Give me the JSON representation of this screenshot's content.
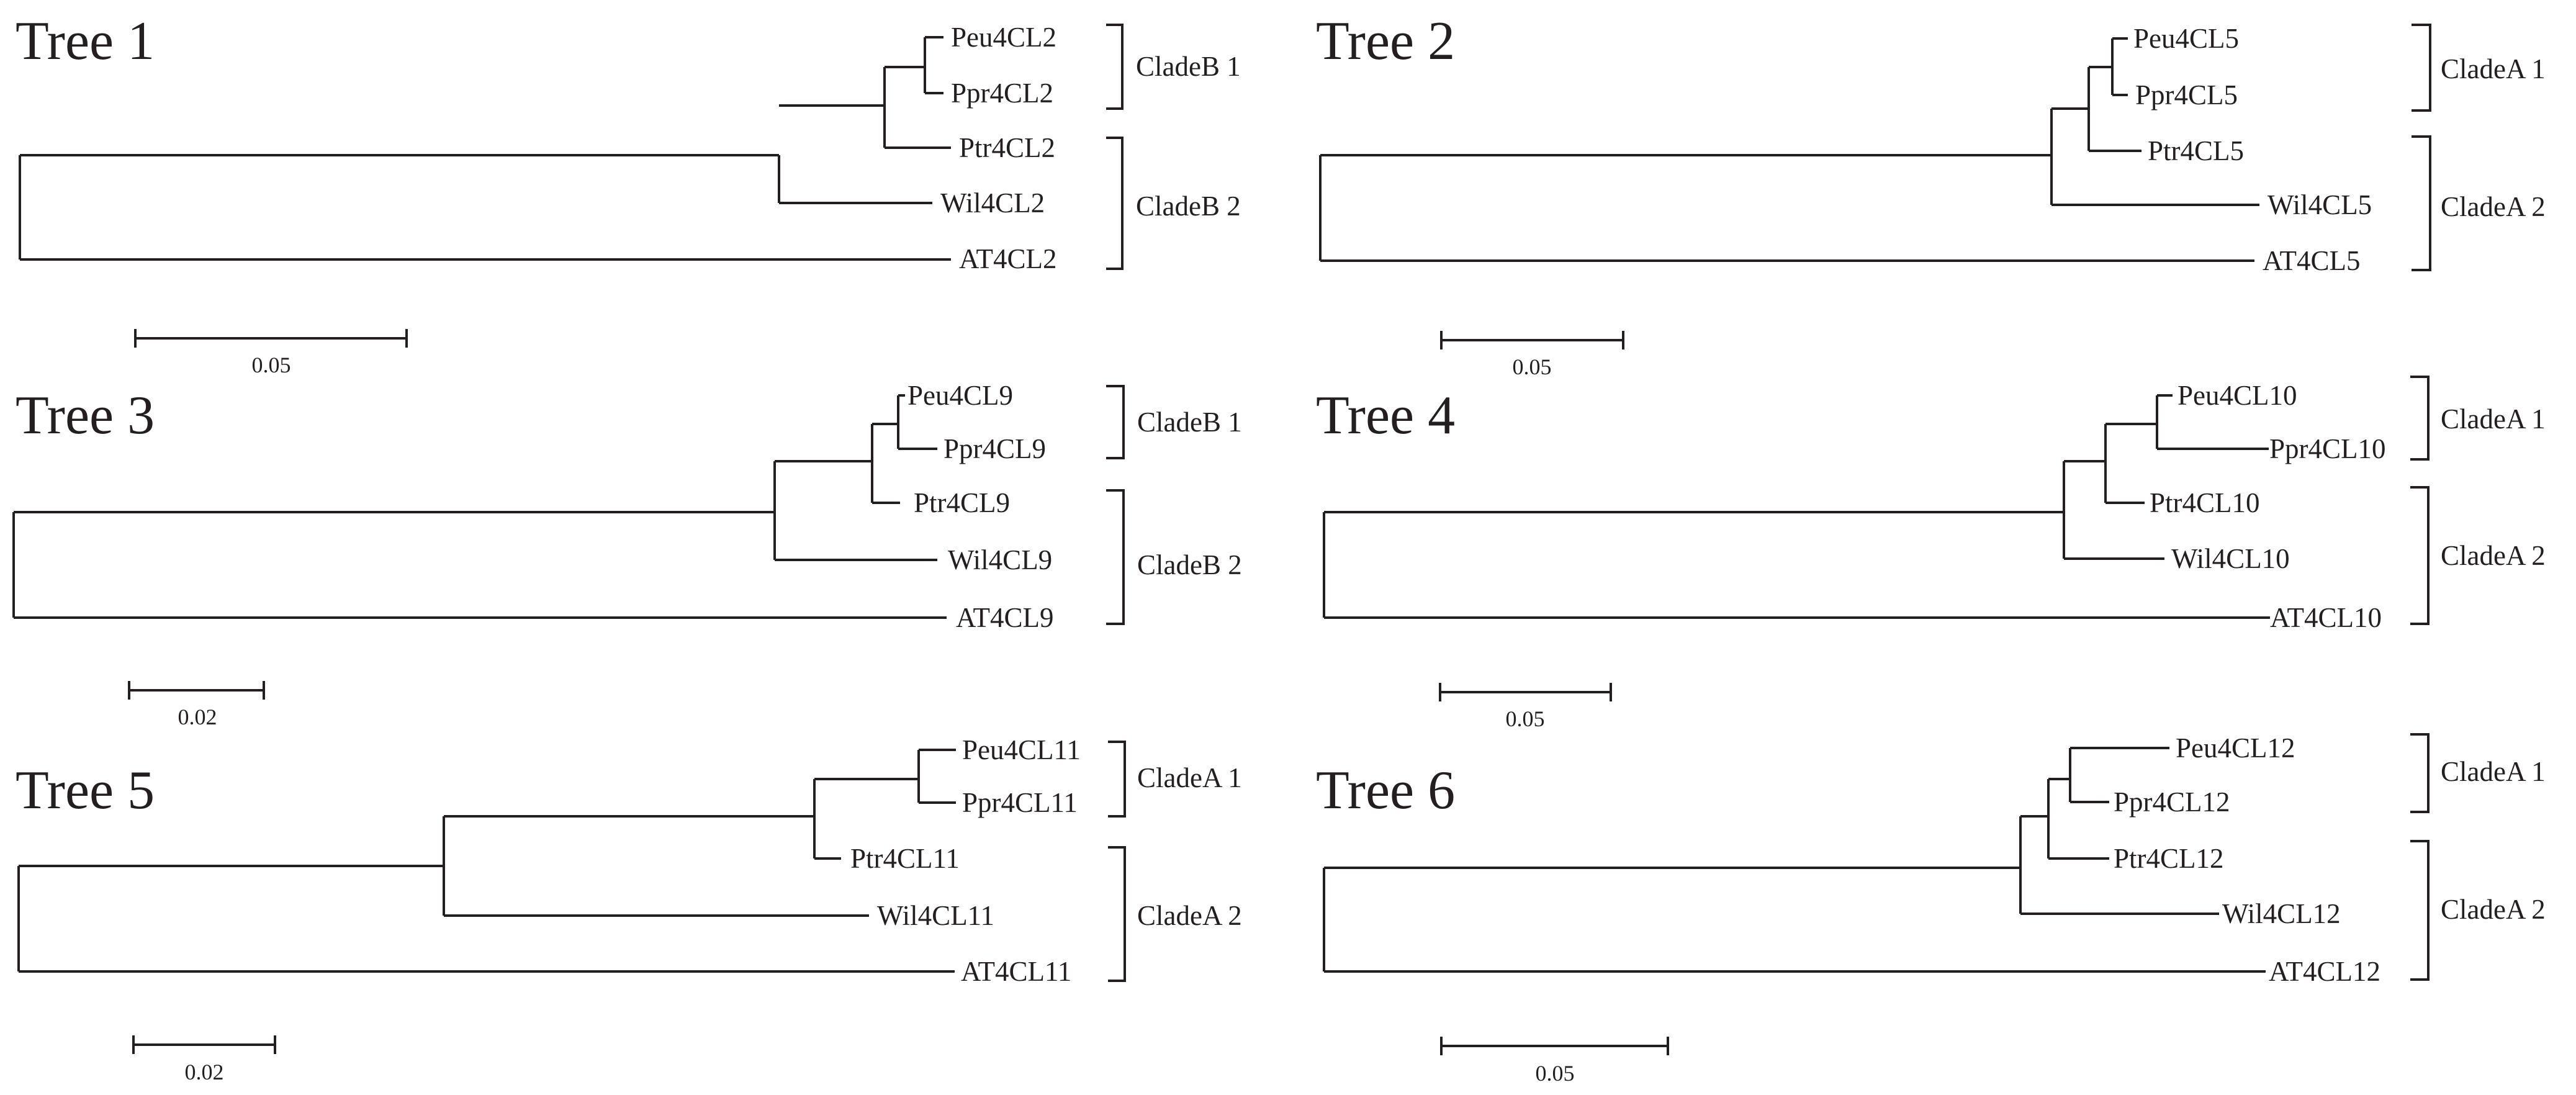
{
  "trees": [
    {
      "title": "Tree 1",
      "taxa": [
        "Peu4CL2",
        "Ppr4CL2",
        "Ptr4CL2",
        "Wil4CL2",
        "AT4CL2"
      ],
      "clades": [
        {
          "label": "CladeB 1",
          "members": [
            "Peu4CL2",
            "Ppr4CL2"
          ]
        },
        {
          "label": "CladeB 2",
          "members": [
            "Ptr4CL2",
            "Wil4CL2",
            "AT4CL2"
          ]
        }
      ],
      "scale_bar": {
        "label": "0.05"
      }
    },
    {
      "title": "Tree 2",
      "taxa": [
        "Peu4CL5",
        "Ppr4CL5",
        "Ptr4CL5",
        "Wil4CL5",
        "AT4CL5"
      ],
      "clades": [
        {
          "label": "CladeA 1",
          "members": [
            "Peu4CL5",
            "Ppr4CL5"
          ]
        },
        {
          "label": "CladeA 2",
          "members": [
            "Ptr4CL5",
            "Wil4CL5",
            "AT4CL5"
          ]
        }
      ],
      "scale_bar": {
        "label": "0.05"
      }
    },
    {
      "title": "Tree 3",
      "taxa": [
        "Peu4CL9",
        "Ppr4CL9",
        "Ptr4CL9",
        "Wil4CL9",
        "AT4CL9"
      ],
      "clades": [
        {
          "label": "CladeB 1",
          "members": [
            "Peu4CL9",
            "Ppr4CL9"
          ]
        },
        {
          "label": "CladeB 2",
          "members": [
            "Ptr4CL9",
            "Wil4CL9",
            "AT4CL9"
          ]
        }
      ],
      "scale_bar": {
        "label": "0.02"
      }
    },
    {
      "title": "Tree 4",
      "taxa": [
        "Peu4CL10",
        "Ppr4CL10",
        "Ptr4CL10",
        "Wil4CL10",
        "AT4CL10"
      ],
      "clades": [
        {
          "label": "CladeA 1",
          "members": [
            "Peu4CL10",
            "Ppr4CL10"
          ]
        },
        {
          "label": "CladeA 2",
          "members": [
            "Ptr4CL10",
            "Wil4CL10",
            "AT4CL10"
          ]
        }
      ],
      "scale_bar": {
        "label": "0.05"
      }
    },
    {
      "title": "Tree 5",
      "taxa": [
        "Peu4CL11",
        "Ppr4CL11",
        "Ptr4CL11",
        "Wil4CL11",
        "AT4CL11"
      ],
      "clades": [
        {
          "label": "CladeA 1",
          "members": [
            "Peu4CL11",
            "Ppr4CL11"
          ]
        },
        {
          "label": "CladeA 2",
          "members": [
            "Ptr4CL11",
            "Wil4CL11",
            "AT4CL11"
          ]
        }
      ],
      "scale_bar": {
        "label": "0.02"
      }
    },
    {
      "title": "Tree 6",
      "taxa": [
        "Peu4CL12",
        "Ppr4CL12",
        "Ptr4CL12",
        "Wil4CL12",
        "AT4CL12"
      ],
      "clades": [
        {
          "label": "CladeA 1",
          "members": [
            "Peu4CL12",
            "Ppr4CL12"
          ]
        },
        {
          "label": "CladeA 2",
          "members": [
            "Ptr4CL12",
            "Wil4CL12",
            "AT4CL12"
          ]
        }
      ],
      "scale_bar": {
        "label": "0.05"
      }
    }
  ]
}
